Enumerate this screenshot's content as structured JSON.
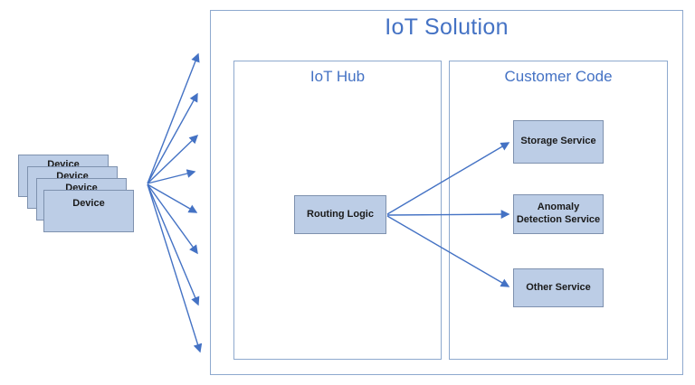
{
  "colors": {
    "accent_text": "#4472C4",
    "arrow": "#4472C4",
    "frame_border": "#8EA9CE",
    "node_fill": "#BCCDE6",
    "node_border": "#7E91AE",
    "node_text": "#1A1A1A"
  },
  "diagram": {
    "title": "IoT Solution",
    "device_stack": {
      "label": "Device",
      "count": 4
    },
    "iot_hub": {
      "title": "IoT Hub",
      "node": "Routing Logic"
    },
    "customer_code": {
      "title": "Customer Code",
      "services": [
        {
          "label": "Storage Service"
        },
        {
          "label": "Anomaly Detection Service"
        },
        {
          "label": "Other Service"
        }
      ]
    }
  }
}
